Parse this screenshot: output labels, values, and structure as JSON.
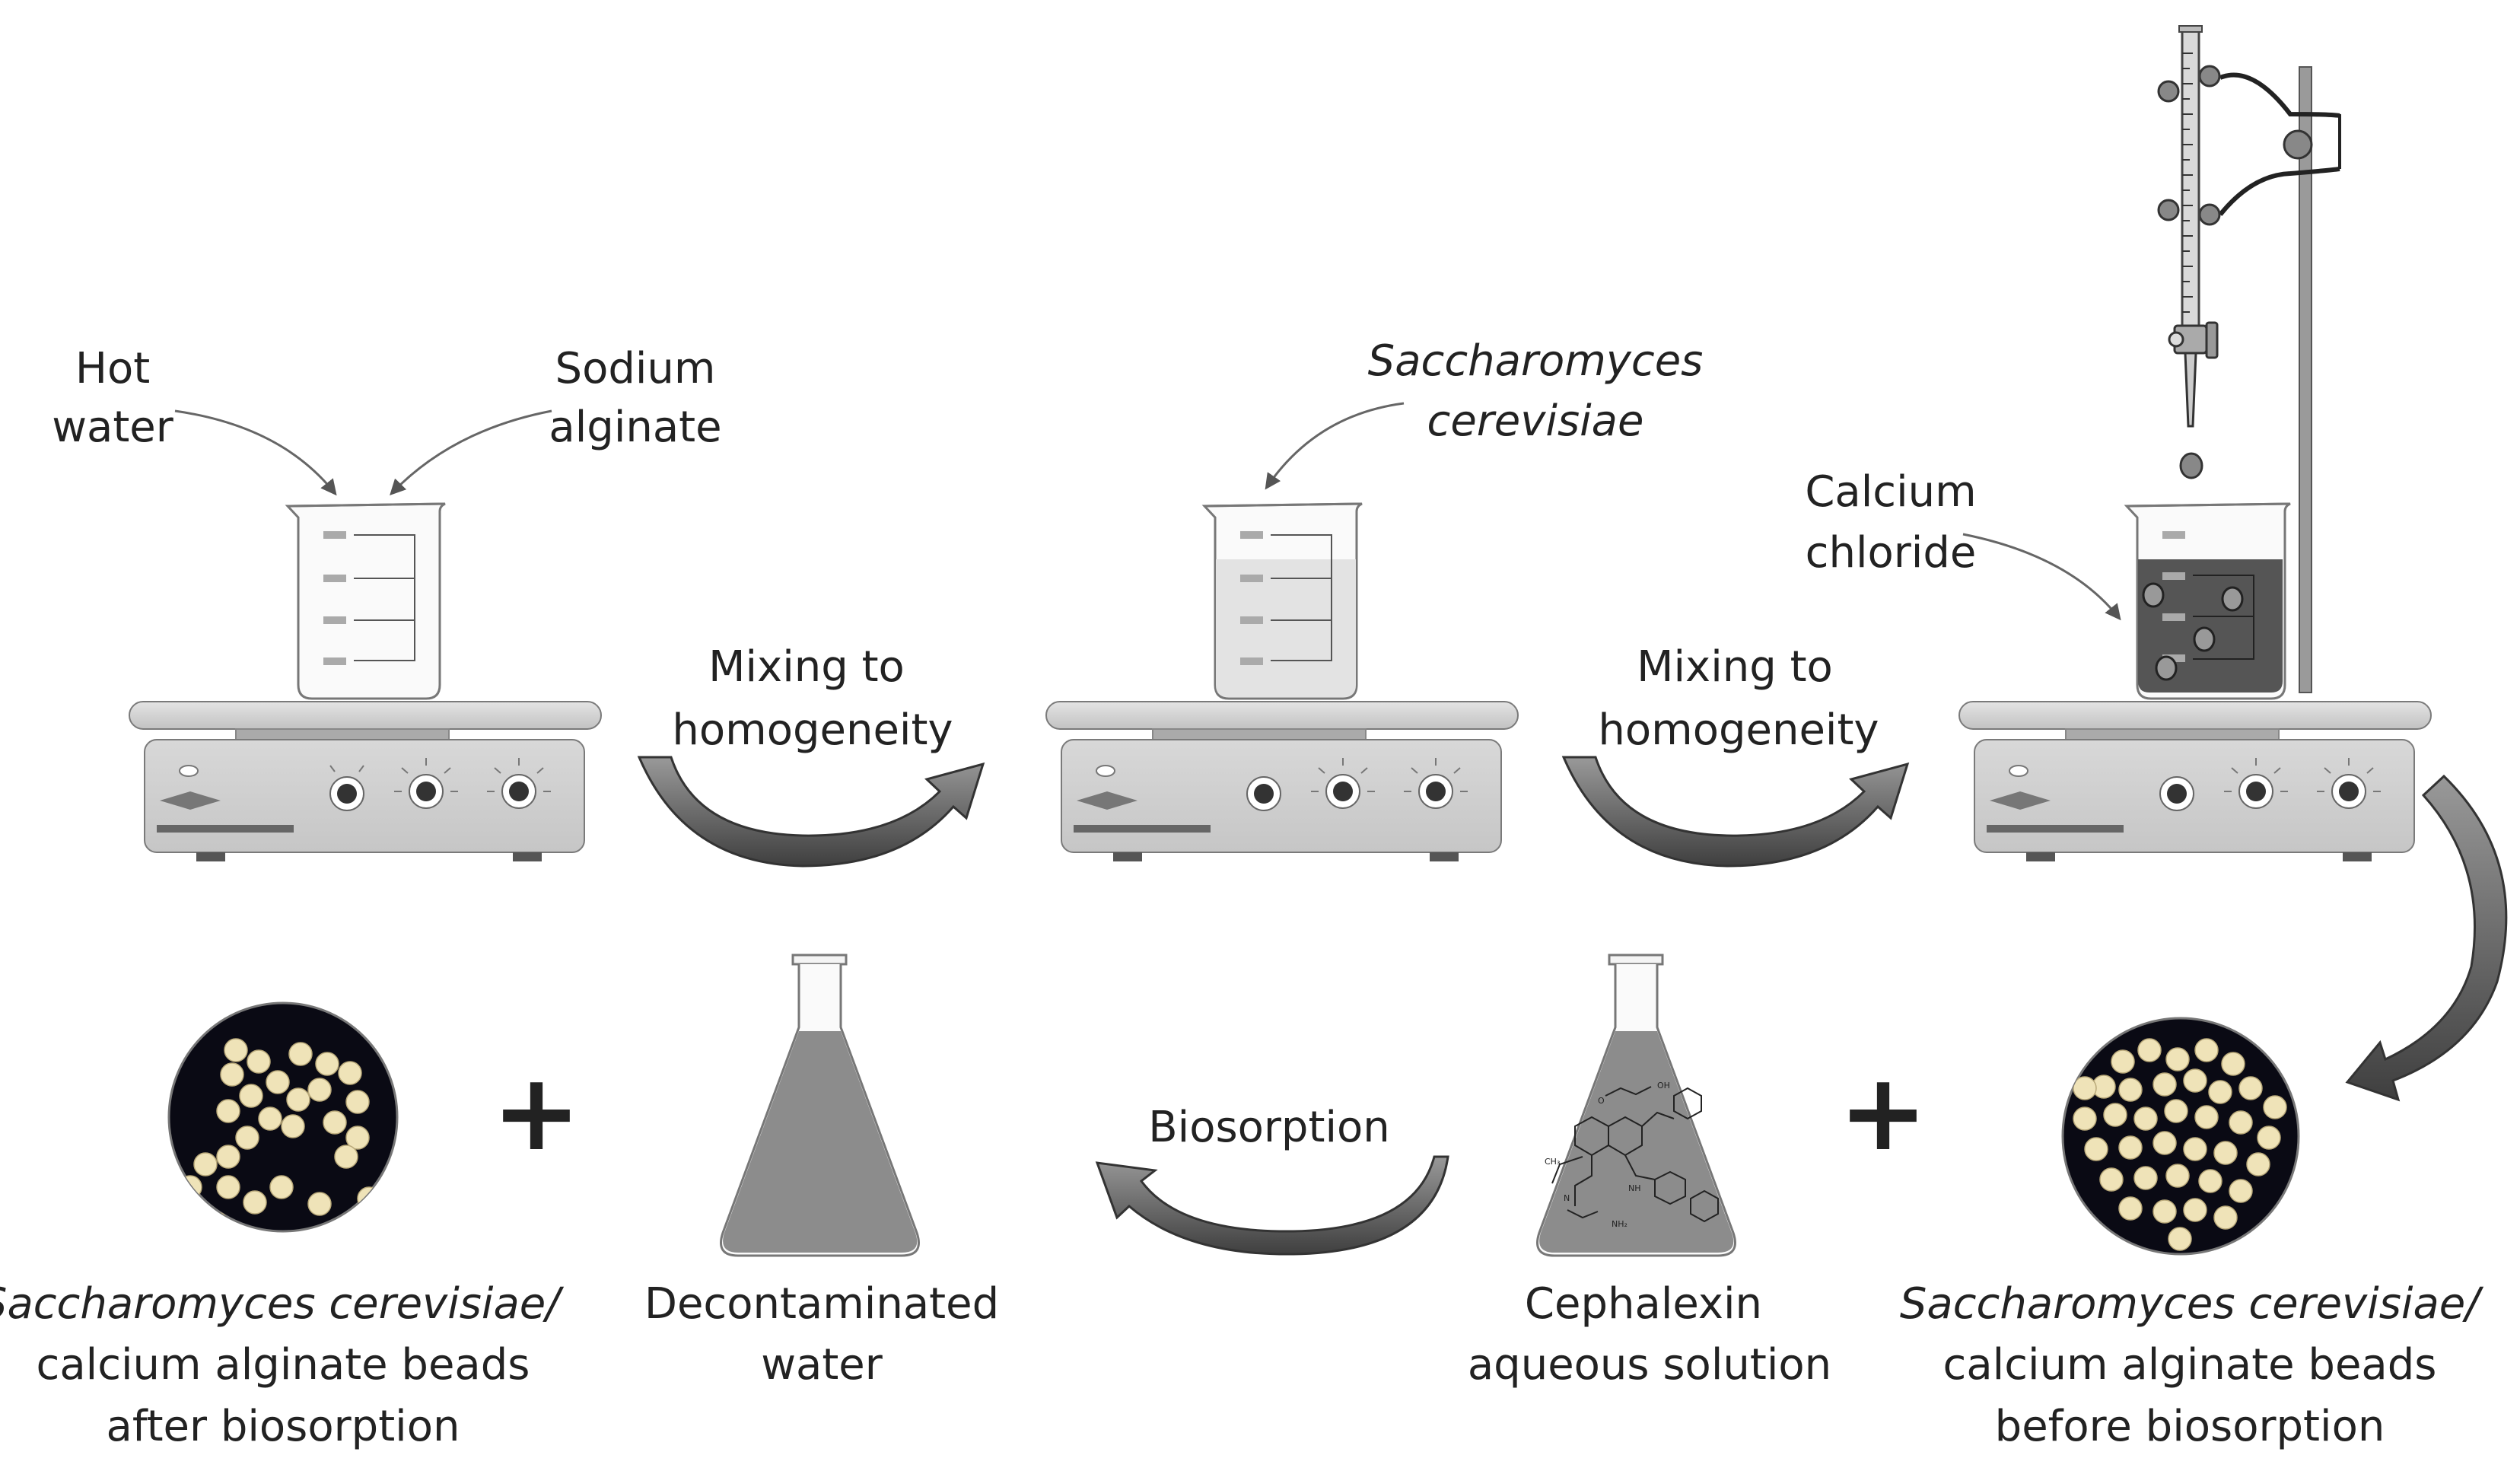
{
  "labels": {
    "hot_water": [
      "Hot",
      "water"
    ],
    "sodium_alginate": [
      "Sodium",
      "alginate"
    ],
    "saccharomyces": [
      "Saccharomyces",
      "cerevisiae"
    ],
    "calcium_chloride": [
      "Calcium",
      "chloride"
    ],
    "mixing_1": [
      "Mixing to",
      "homogeneity"
    ],
    "mixing_2": [
      "Mixing to",
      "homogeneity"
    ],
    "biosorption": "Biosorption",
    "beads_after": [
      "Saccharomyces cerevisiae/",
      "calcium alginate beads",
      "after biosorption"
    ],
    "decontaminated": [
      "Decontaminated",
      "water"
    ],
    "cephalexin": [
      "Cephalexin",
      "aqueous solution"
    ],
    "beads_before": [
      "Saccharomyces cerevisiae/",
      "calcium alginate beads",
      "before biosorption"
    ],
    "plus": "+"
  },
  "colors": {
    "stirrer_body": "#d4d4d4",
    "stirrer_edge": "#7a7a7a",
    "flask_liquid": "#8c8c8c",
    "dark_solution": "#555555",
    "light_solution": "#e3e3e3",
    "bead_fill": "#efe3b8",
    "bead_bg": "#0a0a14",
    "arrow_fill": "#555555"
  },
  "icons": [
    "hot-plate-stirrer",
    "beaker",
    "burette-on-stand",
    "erlenmeyer-flask",
    "bead-photo",
    "curved-arrow"
  ]
}
